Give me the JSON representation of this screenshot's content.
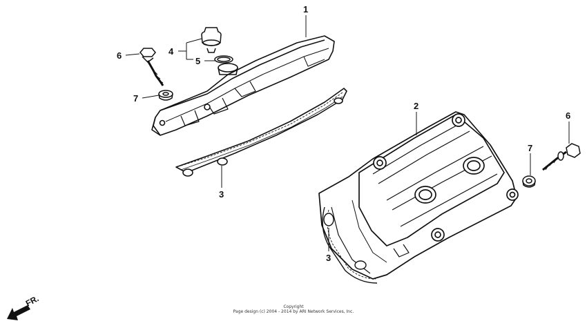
{
  "callouts": {
    "c1": "1",
    "c2": "2",
    "c3a": "3",
    "c3b": "3",
    "c4": "4",
    "c5": "5",
    "c6a": "6",
    "c6b": "6",
    "c7a": "7",
    "c7b": "7"
  },
  "direction_label": "FR.",
  "copyright": {
    "line1": "Copyright",
    "line2": "Page design (c) 2004 - 2014 by ARI Network Services, Inc."
  }
}
